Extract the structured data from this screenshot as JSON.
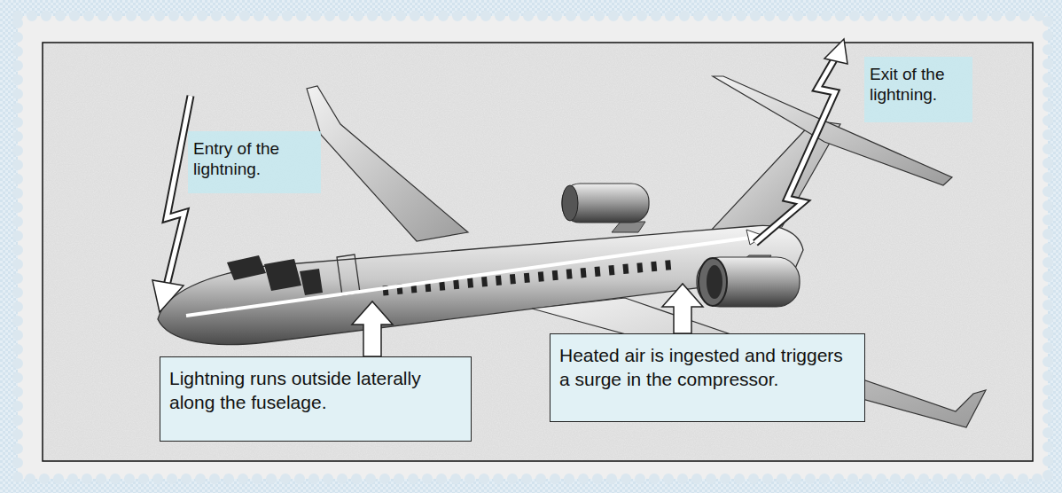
{
  "diagram": {
    "nodes": [
      {
        "text": [
          "Entry of the lightning."
        ]
      },
      {
        "text": [
          "Exit of the lightning."
        ]
      },
      {
        "text": [
          "Lightning runs outside laterally along the fuselage."
        ]
      },
      {
        "text": [
          "Heated air is ingested and triggers a surge in the compressor."
        ]
      }
    ]
  }
}
